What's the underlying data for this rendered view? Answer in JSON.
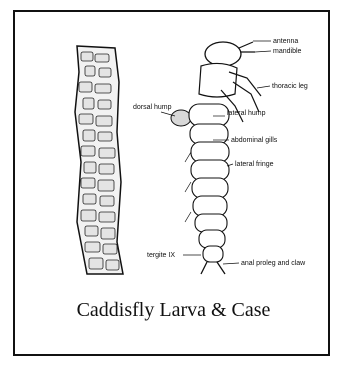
{
  "caption": "Caddisfly Larva & Case",
  "labels": {
    "antenna": "antenna",
    "mandible": "mandible",
    "thoracic_leg": "thoracic leg",
    "dorsal_hump": "dorsal hump",
    "lateral_hump": "lateral hump",
    "abdominal_gills": "abdominal gills",
    "lateral_fringe": "lateral fringe",
    "tergite": "tergite IX",
    "anal_proleg": "anal proleg and claw"
  },
  "colors": {
    "ink": "#111111",
    "paper": "#ffffff"
  }
}
